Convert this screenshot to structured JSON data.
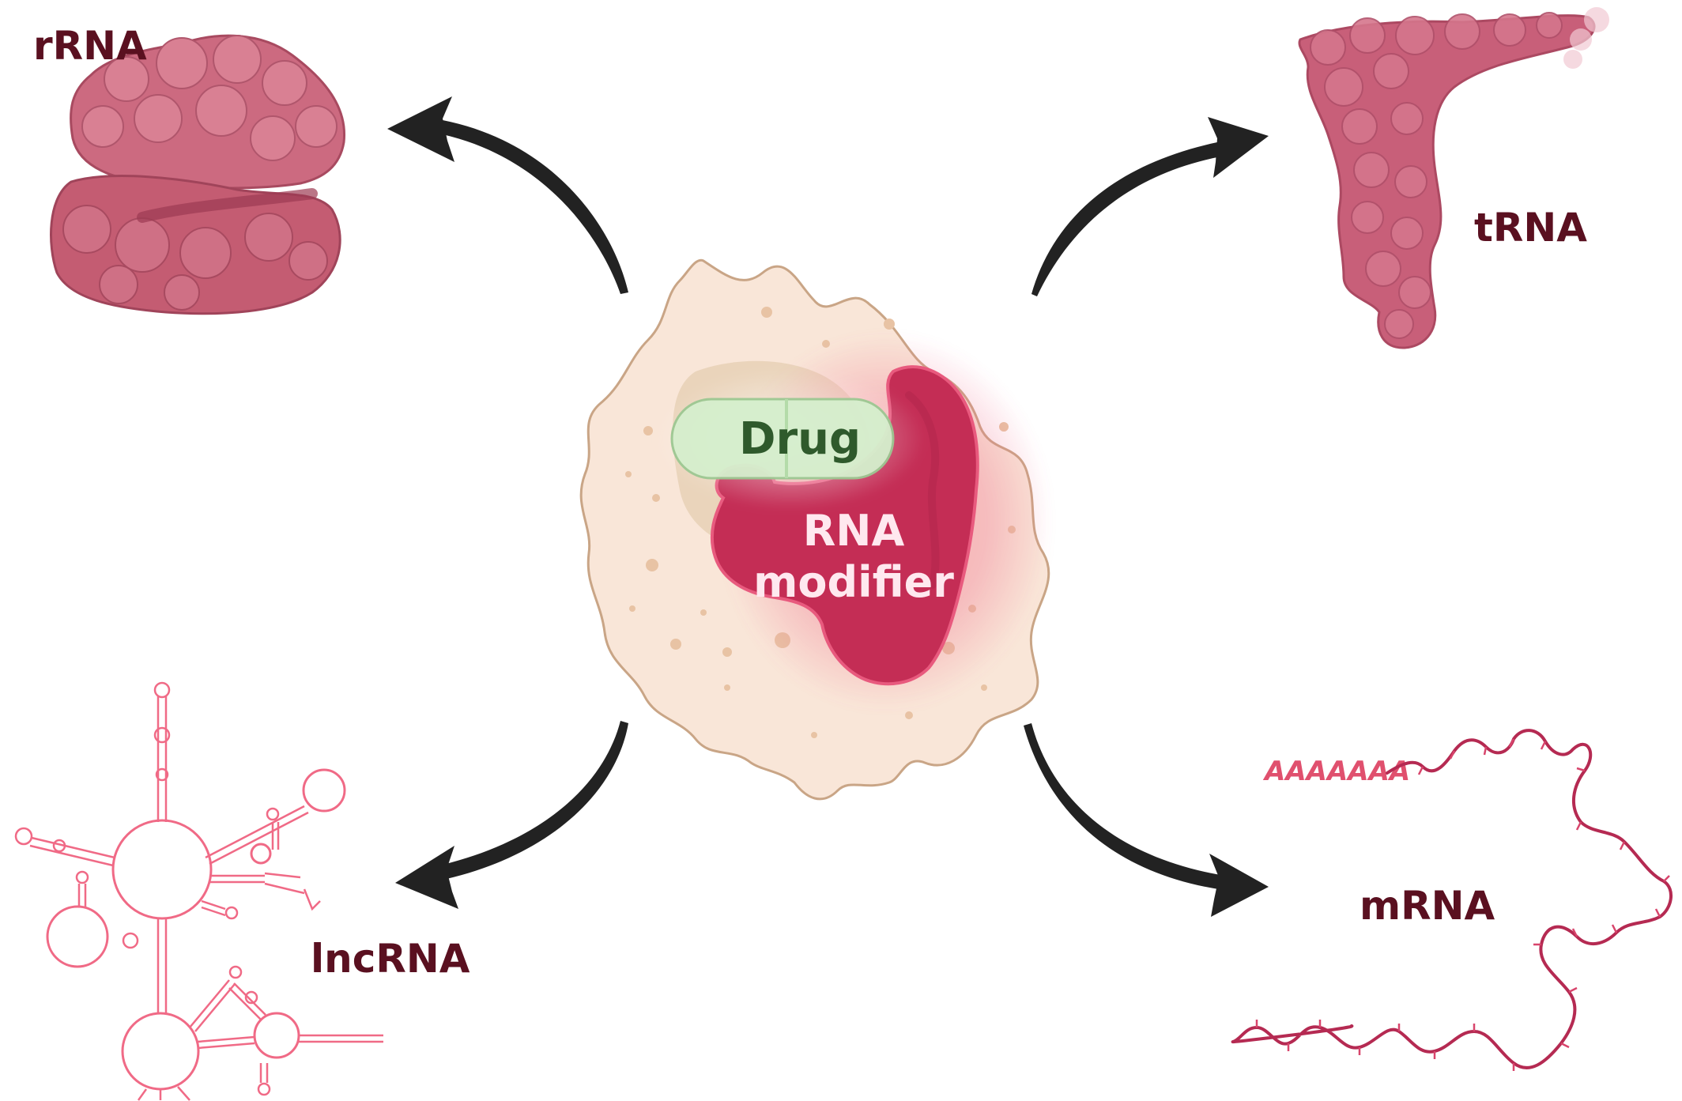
{
  "labels": {
    "rrna": "rRNA",
    "trna": "tRNA",
    "lncrna": "lncRNA",
    "mrna": "mRNA",
    "drug": "Drug",
    "modifier_line1": "RNA",
    "modifier_line2": "modifier",
    "polya": "AAAAAAA"
  },
  "colors": {
    "cell_fill": "#f9e6d8",
    "cell_stroke": "#c9a586",
    "modifier": "#c42d55",
    "drug_fill": "#d5efcd",
    "rrna": "#c45c72",
    "trna": "#c65772",
    "lncrna": "#f06a86",
    "mrna": "#b52a52",
    "arrow": "#222222"
  }
}
